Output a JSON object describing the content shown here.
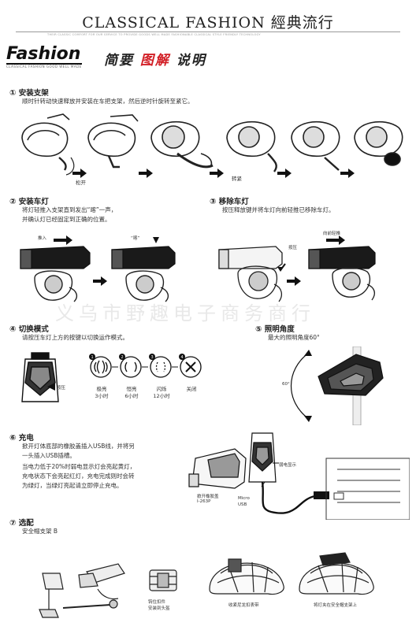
{
  "header": {
    "title": "CLASSICAL FASHION 經典流行",
    "fine_print": "THEIR CLASSIC COMFORT FOR OUR SERVICE TO PROVIDE GOODS WELL MADE FASHIONABLE CLASSICAL STYLE FRIENDLY TECHNOLOGY",
    "brand": "Fashion",
    "brand_sub": "CLASSICAL FASHION GOOD WELL MADE",
    "subtitle_a": "简要",
    "subtitle_b": "图解",
    "subtitle_c": "说明"
  },
  "watermark": "义乌市野趣电子商务商行",
  "steps": {
    "s1": {
      "num": "①",
      "title": "安装支架",
      "desc": "顺时针转动快速释放并安装在车把支架，然后逆时针旋转至紧它。",
      "label_loose": "松开",
      "label_tight": "转紧"
    },
    "s2": {
      "num": "②",
      "title": "安装车灯",
      "desc1": "将灯轻推入支架直到发出“喀”一声，",
      "desc2": "并确认灯已经固定到正确的位置。",
      "label_push": "推入",
      "label_click": "“喀”"
    },
    "s3": {
      "num": "③",
      "title": "移除车灯",
      "desc": "按压释放键并将车灯向前轻推已移除车灯。",
      "label_press": "按压",
      "label_forward": "向前轻推"
    },
    "s4": {
      "num": "④",
      "title": "切换模式",
      "desc": "请按压车灯上方的按键以切换运作模式。",
      "label_press": "按压",
      "modes": [
        {
          "name": "极亮",
          "time": "3小时"
        },
        {
          "name": "恒亮",
          "time": "6小时"
        },
        {
          "name": "闪烁",
          "time": "12小时"
        },
        {
          "name": "关闭",
          "time": ""
        }
      ]
    },
    "s5": {
      "num": "⑤",
      "title": "照明角度",
      "desc": "最大的照明角度60°",
      "angle": "60°"
    },
    "s6": {
      "num": "⑥",
      "title": "充电",
      "lines": [
        "掀开灯体底部的橡胶盖插入USB线，并将另",
        "一头插入USB插槽。",
        "当电力低于20%时弱电显示灯会亮起黄灯，",
        "充电状态下会亮起红灯，充电完成则时会转",
        "为绿灯，当绿灯亮起请立即停止充电。"
      ],
      "label_cover1": "掀开橡胶盖",
      "label_cover2": "I-263P",
      "label_usb1": "Micro",
      "label_usb2": "USB",
      "label_low": "弱电显示"
    },
    "s7": {
      "num": "⑦",
      "title": "选配",
      "desc": "安全帽支架 B",
      "label_clip1": "钩住扣件",
      "label_clip2": "安装到头盔",
      "label_helmet": "收紧尼龙扣表带",
      "label_mount": "将灯夹在安全帽支架上"
    }
  }
}
